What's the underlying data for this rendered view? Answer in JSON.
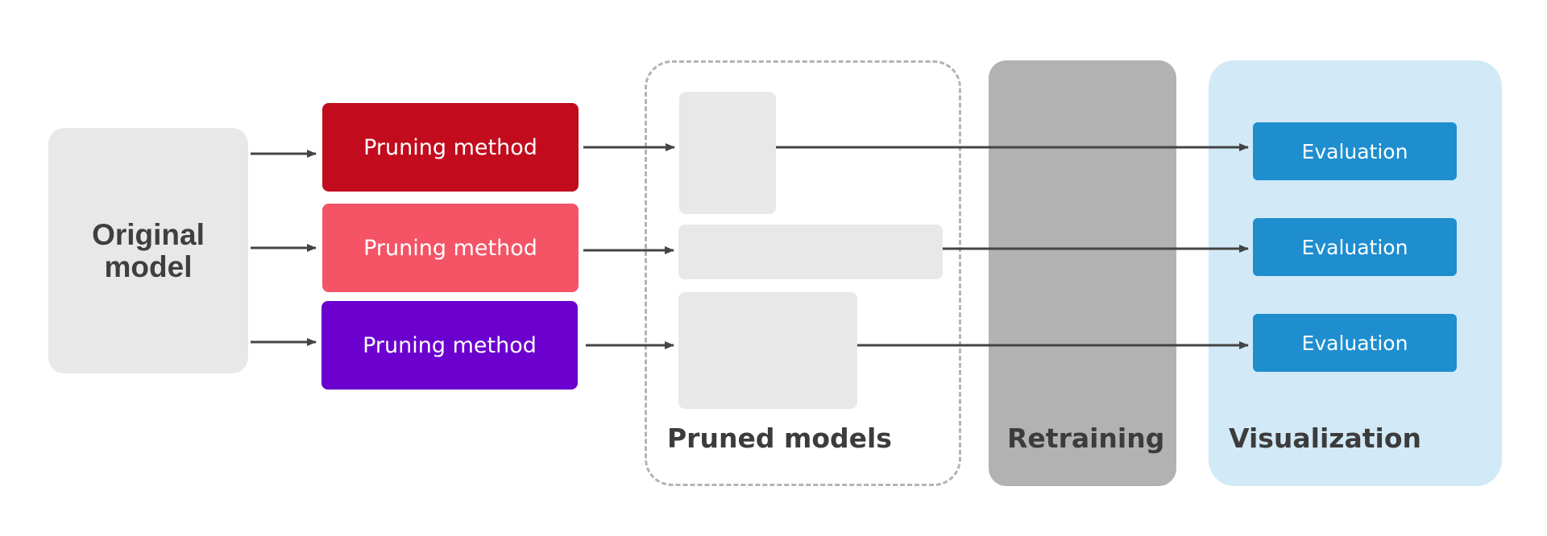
{
  "original_model": {
    "label": "Original model"
  },
  "pruning_methods": [
    {
      "label": "Pruning method",
      "color": "#c20c1e"
    },
    {
      "label": "Pruning method",
      "color": "#f45466"
    },
    {
      "label": "Pruning method",
      "color": "#6b00cf"
    }
  ],
  "pruned_models": {
    "label": "Pruned models"
  },
  "retraining": {
    "label": "Retraining"
  },
  "visualization": {
    "label": "Visualization",
    "evaluations": [
      {
        "label": "Evaluation"
      },
      {
        "label": "Evaluation"
      },
      {
        "label": "Evaluation"
      }
    ]
  },
  "colors": {
    "arrow": "#444444",
    "neutral_box": "#e8e8e8",
    "retraining": "#b2b2b2",
    "visualization": "#d2e9f7",
    "evaluation": "#1e8ecf"
  }
}
